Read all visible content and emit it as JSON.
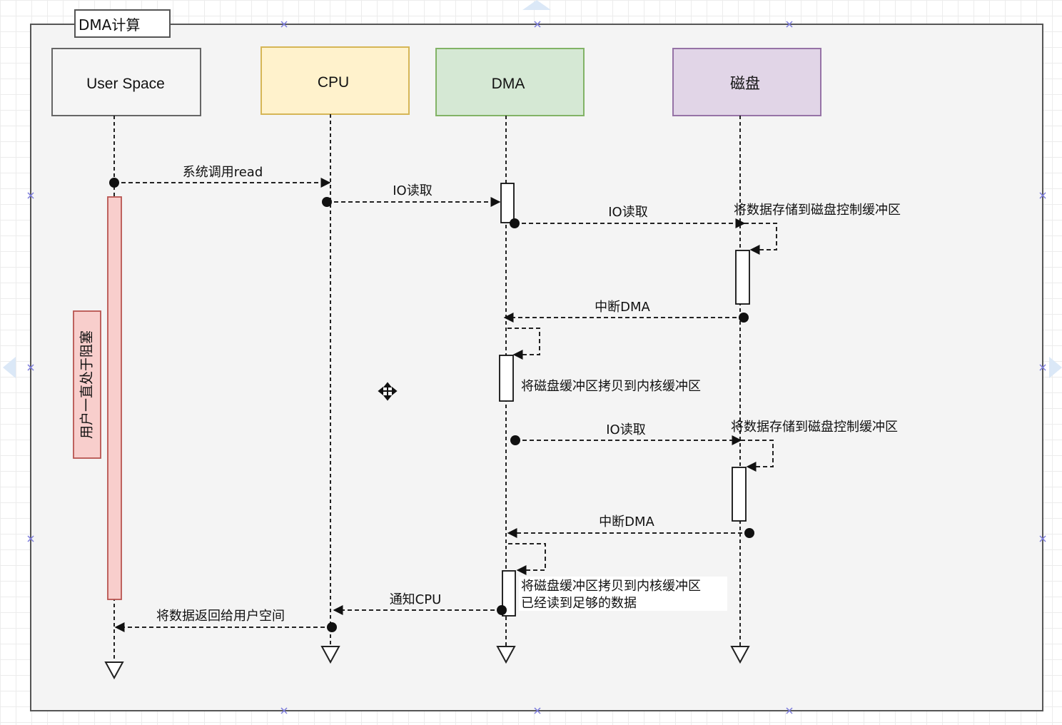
{
  "frame": {
    "title": "DMA计算"
  },
  "participants": [
    {
      "id": "user",
      "label": "User Space",
      "fill": "#f5f5f5",
      "stroke": "#666666"
    },
    {
      "id": "cpu",
      "label": "CPU",
      "fill": "#fff2cc",
      "stroke": "#d6b656"
    },
    {
      "id": "dma",
      "label": "DMA",
      "fill": "#d5e8d4",
      "stroke": "#82b366"
    },
    {
      "id": "disk",
      "label": "磁盘",
      "fill": "#e1d5e7",
      "stroke": "#9673a6"
    }
  ],
  "blocking_note": {
    "label": "用户一直处于阻塞",
    "fill": "#f8cecc",
    "stroke": "#b85450"
  },
  "messages": [
    {
      "label": "系统调用read"
    },
    {
      "label": "IO读取"
    },
    {
      "label": "IO读取"
    },
    {
      "label": "将数据存储到磁盘控制缓冲区"
    },
    {
      "label": "中断DMA"
    },
    {
      "label": "将磁盘缓冲区拷贝到内核缓冲区"
    },
    {
      "label": "IO读取"
    },
    {
      "label": "将数据存储到磁盘控制缓冲区"
    },
    {
      "label": "中断DMA"
    },
    {
      "label": "将磁盘缓冲区拷贝到内核缓冲区"
    },
    {
      "label": "已经读到足够的数据"
    },
    {
      "label": "通知CPU"
    },
    {
      "label": "将数据返回给用户空间"
    }
  ]
}
